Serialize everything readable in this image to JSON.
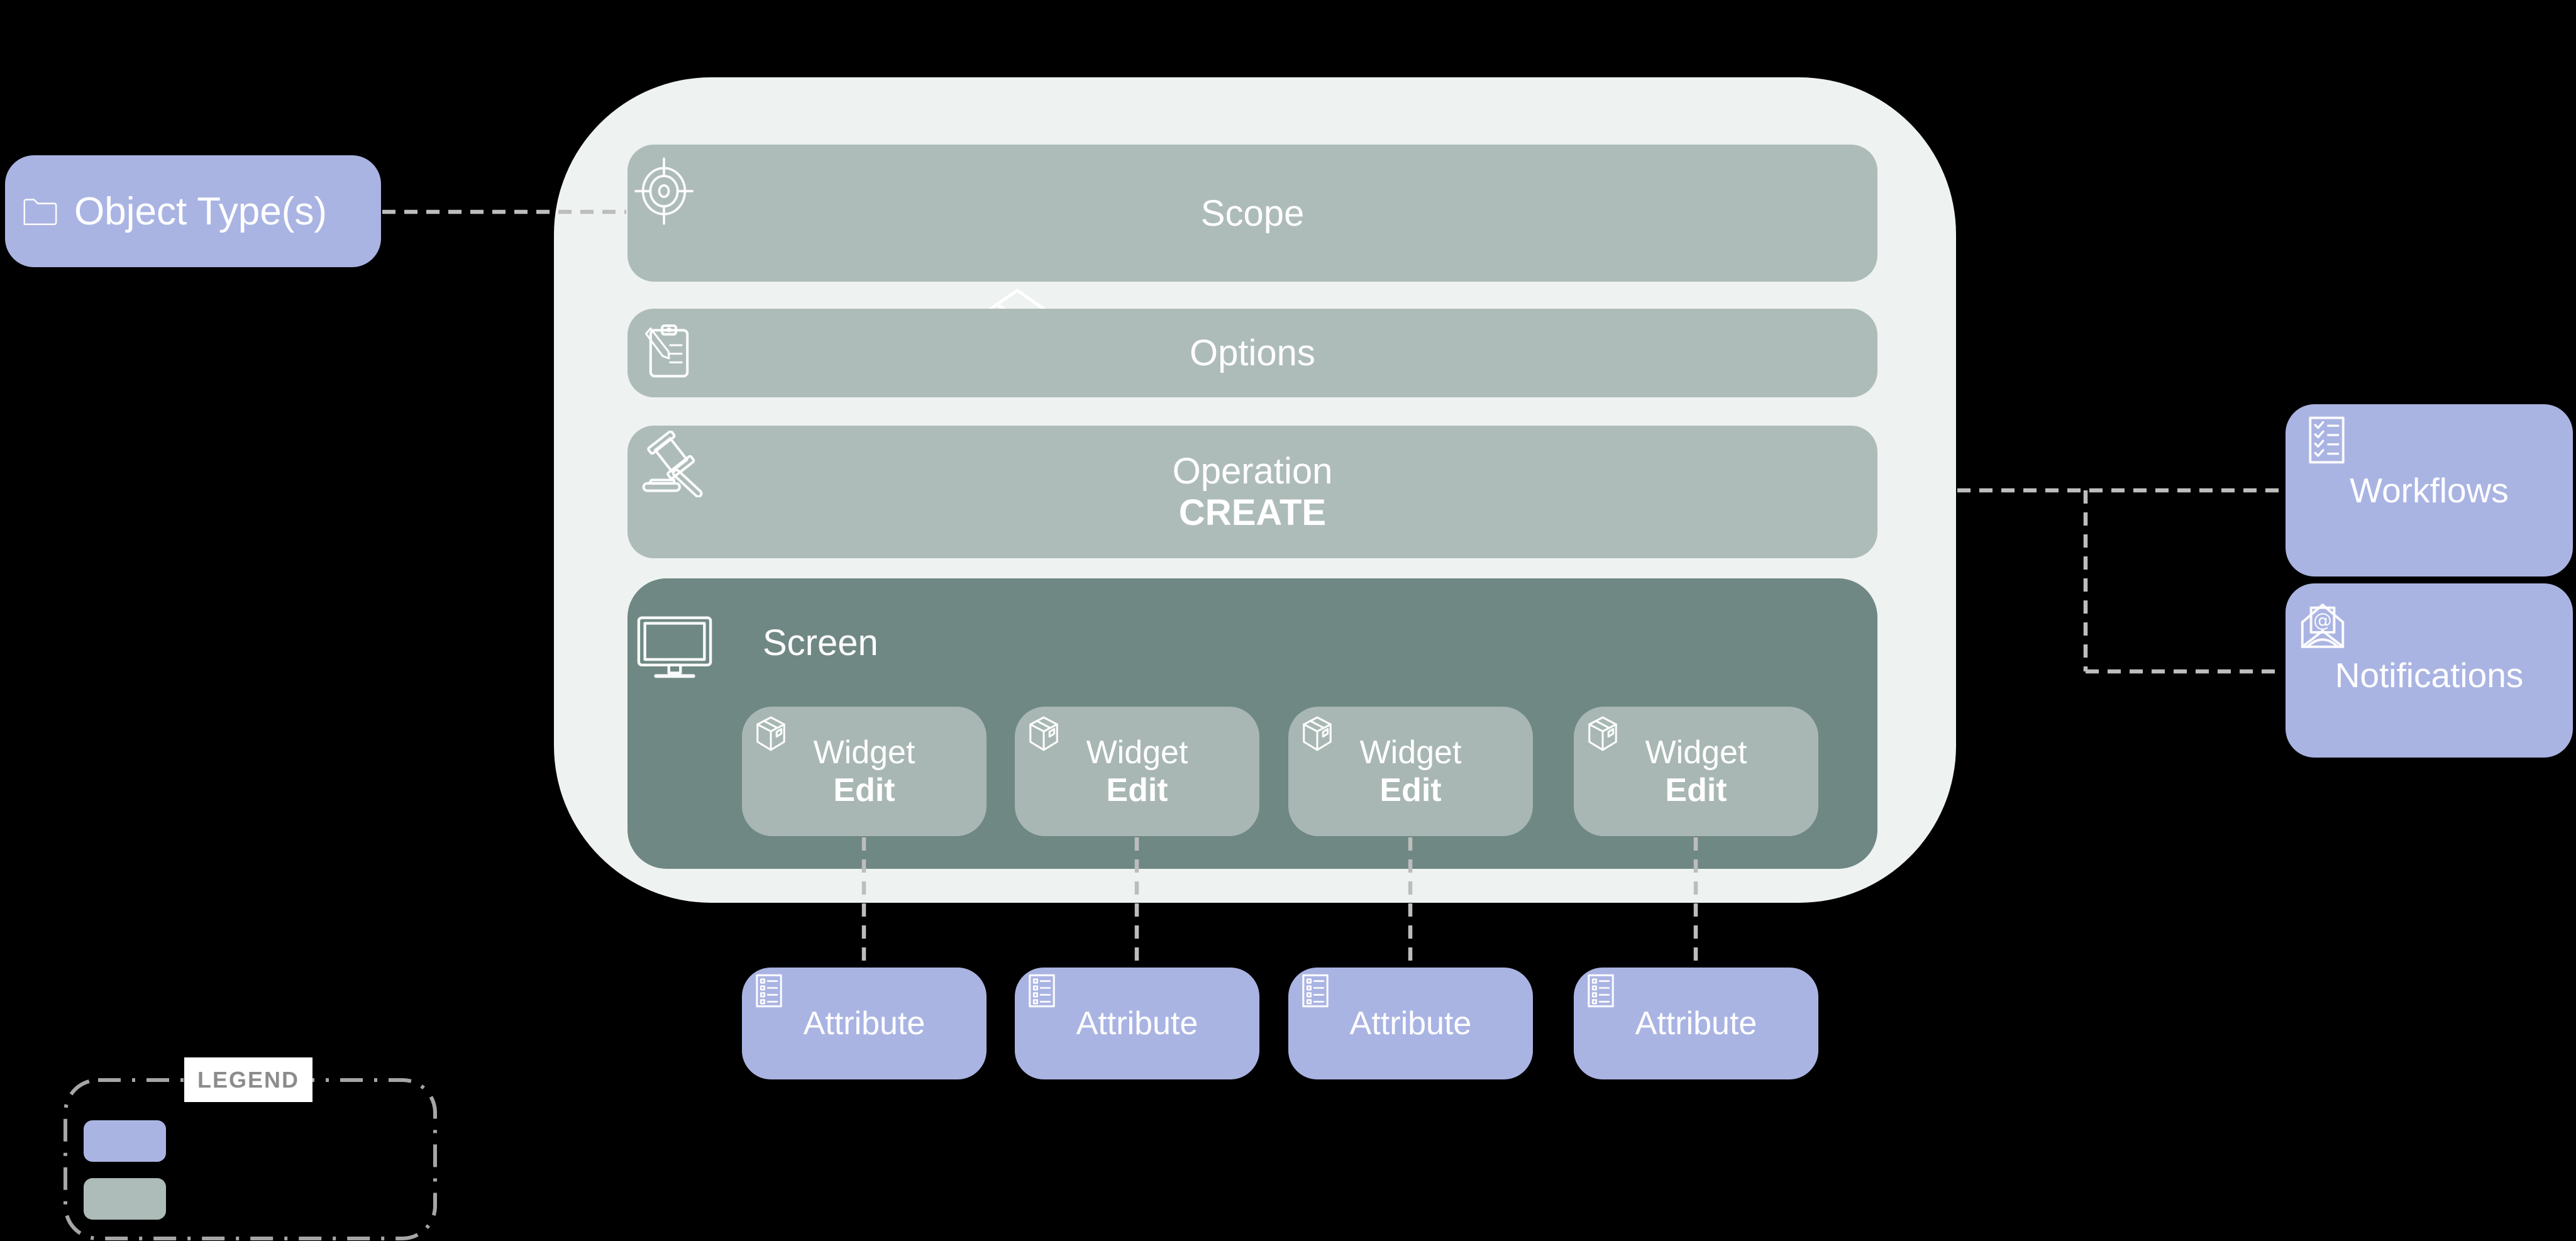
{
  "colors": {
    "background": "#000000",
    "purple_node": "#aab4e3",
    "bar_node": "#aebcb9",
    "screen_section": "#6f8884",
    "widget_node": "#a8b7b3",
    "container_background": "#eef2f1",
    "connector_dash": "#bdbdbd",
    "legend_border": "#a6a6a6",
    "legend_text": "#8c8c8c",
    "node_text": "#ffffff"
  },
  "nodes": {
    "object_type": {
      "label": "Object Type(s)",
      "icon": "folder-icon"
    },
    "scope": {
      "label": "Scope",
      "icon": "target-icon"
    },
    "options": {
      "label": "Options",
      "icon": "clipboard-pencil-icon"
    },
    "operation": {
      "label": "Operation",
      "sublabel": "CREATE",
      "icon": "gavel-icon"
    },
    "screen": {
      "label": "Screen",
      "icon": "monitor-icon",
      "widgets": [
        {
          "label": "Widget",
          "sublabel": "Edit",
          "icon": "package-icon"
        },
        {
          "label": "Widget",
          "sublabel": "Edit",
          "icon": "package-icon"
        },
        {
          "label": "Widget",
          "sublabel": "Edit",
          "icon": "package-icon"
        },
        {
          "label": "Widget",
          "sublabel": "Edit",
          "icon": "package-icon"
        }
      ]
    },
    "attributes": [
      {
        "label": "Attribute",
        "icon": "checklist-icon"
      },
      {
        "label": "Attribute",
        "icon": "checklist-icon"
      },
      {
        "label": "Attribute",
        "icon": "checklist-icon"
      },
      {
        "label": "Attribute",
        "icon": "checklist-icon"
      }
    ],
    "workflows": {
      "label": "Workflows",
      "icon": "task-list-icon"
    },
    "notifications": {
      "label": "Notifications",
      "icon": "open-envelope-icon"
    }
  },
  "legend": {
    "title": "LEGEND",
    "swatches": [
      {
        "name": "purple-node-type",
        "color": "#aab4e3"
      },
      {
        "name": "gray-green-node-type",
        "color": "#aebcb9"
      }
    ]
  }
}
